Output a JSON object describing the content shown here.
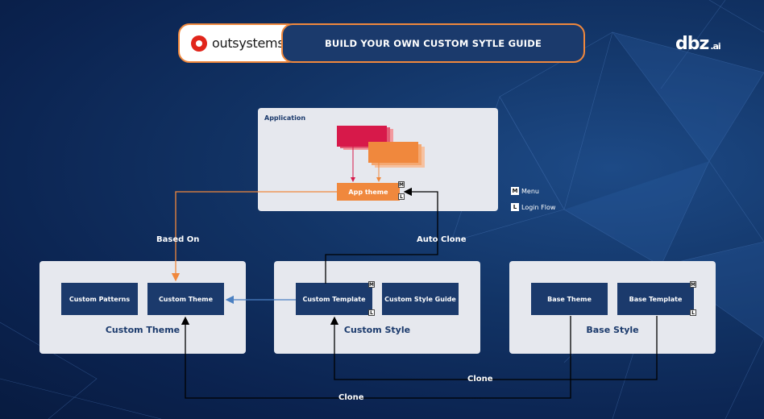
{
  "header": {
    "logo_text": "outsystems",
    "title": "BUILD YOUR OWN CUSTOM SYTLE GUIDE",
    "brand_main": "dbz",
    "brand_suffix": ".ai"
  },
  "application": {
    "title": "Application",
    "app_theme_label": "App theme"
  },
  "legend": {
    "menu_tag": "M",
    "menu_label": "Menu",
    "login_tag": "L",
    "login_label": "Login Flow"
  },
  "arrows": {
    "based_on": "Based On",
    "auto_clone": "Auto Clone",
    "clone_1": "Clone",
    "clone_2": "Clone"
  },
  "panels": {
    "custom_theme": {
      "title": "Custom Theme",
      "box1": "Custom Patterns",
      "box2": "Custom Theme"
    },
    "custom_style": {
      "title": "Custom Style",
      "box1": "Custom Template",
      "box2": "Custom Style Guide"
    },
    "base_style": {
      "title": "Base Style",
      "box1": "Base Theme",
      "box2": "Base Template"
    }
  },
  "tags": {
    "m": "M",
    "l": "L"
  },
  "colors": {
    "background": "#0b2350",
    "navy_box": "#1b3a6c",
    "accent_orange": "#f0883d",
    "accent_red": "#d7194a",
    "arrow_blue": "#4a7fc1"
  }
}
